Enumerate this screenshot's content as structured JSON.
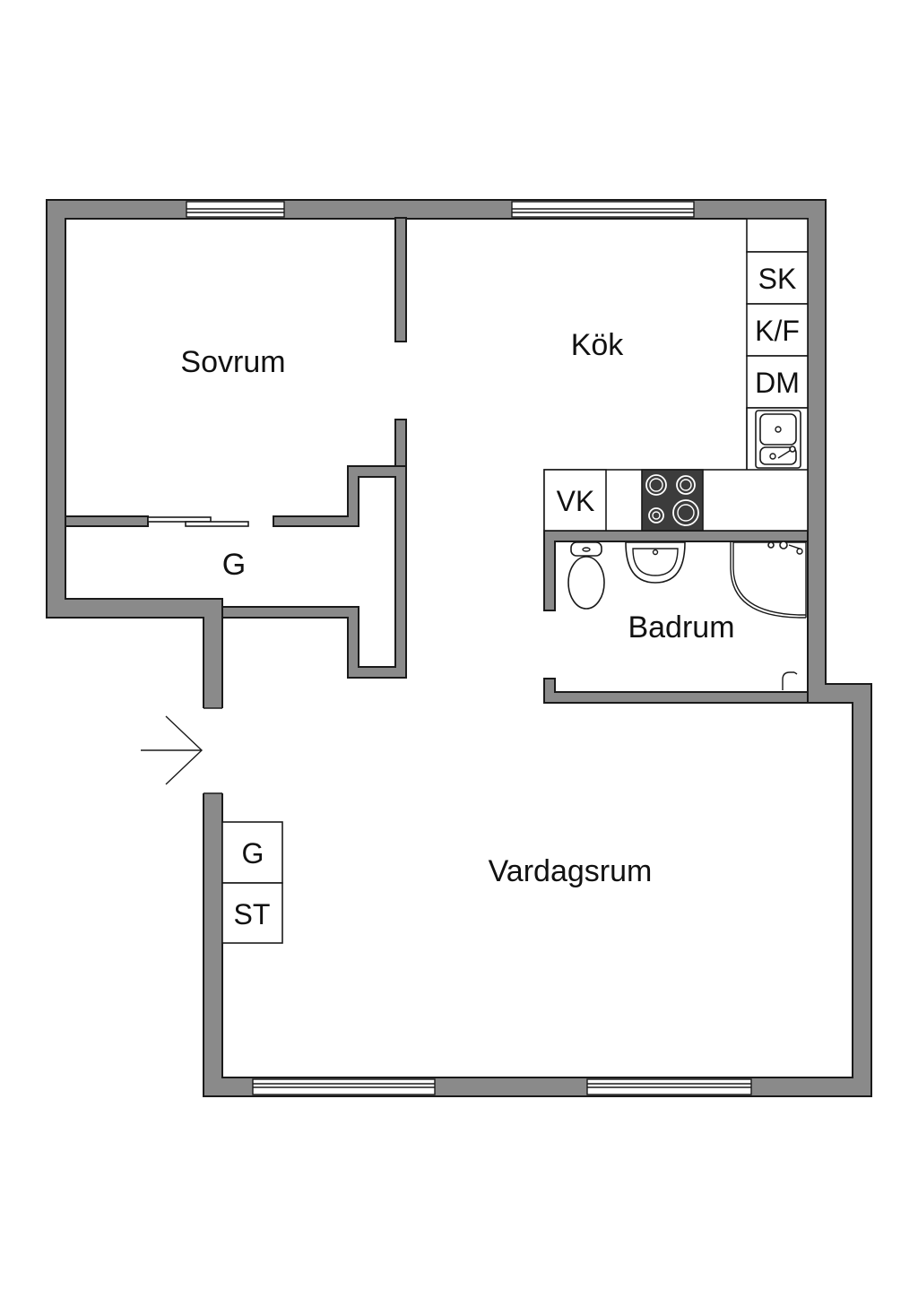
{
  "rooms": {
    "sovrum": "Sovrum",
    "kok": "Kök",
    "badrum": "Badrum",
    "vardagsrum": "Vardagsrum",
    "garderob_sovrum": "G"
  },
  "fixtures": {
    "kitchen_column": [
      "SK",
      "K/F",
      "DM"
    ],
    "vk": "VK",
    "hall_column": [
      "G",
      "ST"
    ]
  },
  "colors": {
    "wall": "#8a8a8a",
    "outline": "#1a1a1a",
    "hob": "#3c3c3c",
    "background": "#ffffff"
  },
  "icons": [
    "entrance-arrow-icon",
    "window-icon",
    "sink-icon",
    "hob-icon",
    "toilet-icon",
    "washbasin-icon",
    "shower-icon"
  ]
}
